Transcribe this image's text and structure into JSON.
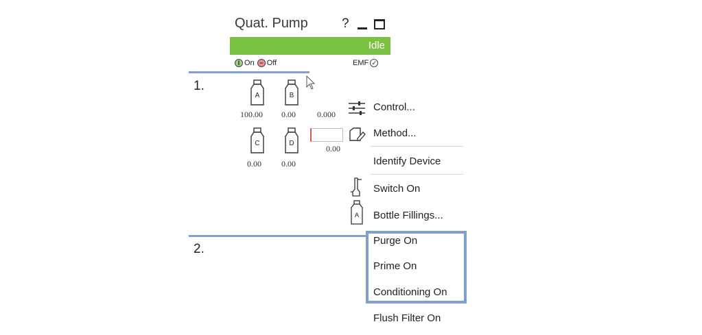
{
  "window": {
    "title": "Quat. Pump",
    "help_label": "?",
    "status": "Idle",
    "status_color": "#7cc242"
  },
  "power": {
    "on_label": "On",
    "off_label": "Off",
    "emf_label": "EMF"
  },
  "steps": {
    "step1": "1.",
    "step2": "2."
  },
  "bottles": [
    {
      "letter": "A",
      "value": "100.00"
    },
    {
      "letter": "B",
      "value": "0.00"
    },
    {
      "letter": "C",
      "value": "0.00"
    },
    {
      "letter": "D",
      "value": "0.00"
    }
  ],
  "flow": {
    "value_top": "0.000",
    "value_bottom": "0.00"
  },
  "menu": {
    "control": "Control...",
    "method": "Method...",
    "identify": "Identify Device",
    "switch_on": "Switch On",
    "bottle_fillings": "Bottle Fillings...",
    "purge_on": "Purge On",
    "prime_on": "Prime On",
    "conditioning_on": "Conditioning On",
    "flush_filter_on": "Flush Filter On",
    "bottle_icon_letter": "A"
  },
  "colors": {
    "highlight": "#7fa0cf",
    "pressure_red": "#d9534f"
  }
}
